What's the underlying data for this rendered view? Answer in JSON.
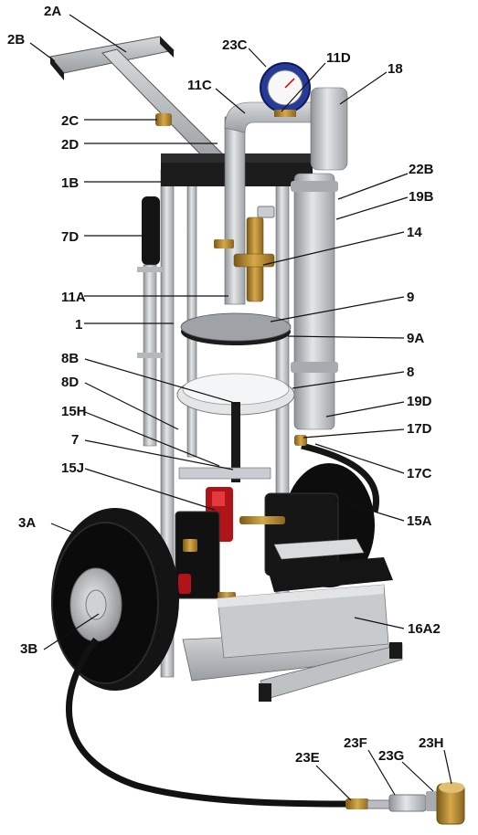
{
  "diagram": {
    "parts": [
      {
        "id": "2A"
      },
      {
        "id": "2B"
      },
      {
        "id": "23C"
      },
      {
        "id": "11D"
      },
      {
        "id": "11C"
      },
      {
        "id": "18"
      },
      {
        "id": "2C"
      },
      {
        "id": "2D"
      },
      {
        "id": "1B"
      },
      {
        "id": "22B"
      },
      {
        "id": "19B"
      },
      {
        "id": "7D"
      },
      {
        "id": "14"
      },
      {
        "id": "11A"
      },
      {
        "id": "9"
      },
      {
        "id": "1"
      },
      {
        "id": "9A"
      },
      {
        "id": "8B"
      },
      {
        "id": "8"
      },
      {
        "id": "8D"
      },
      {
        "id": "19D"
      },
      {
        "id": "15H"
      },
      {
        "id": "17D"
      },
      {
        "id": "7"
      },
      {
        "id": "17C"
      },
      {
        "id": "15J"
      },
      {
        "id": "3A"
      },
      {
        "id": "15A"
      },
      {
        "id": "3B"
      },
      {
        "id": "16A2"
      },
      {
        "id": "23E"
      },
      {
        "id": "23F"
      },
      {
        "id": "23G"
      },
      {
        "id": "23H"
      }
    ]
  }
}
